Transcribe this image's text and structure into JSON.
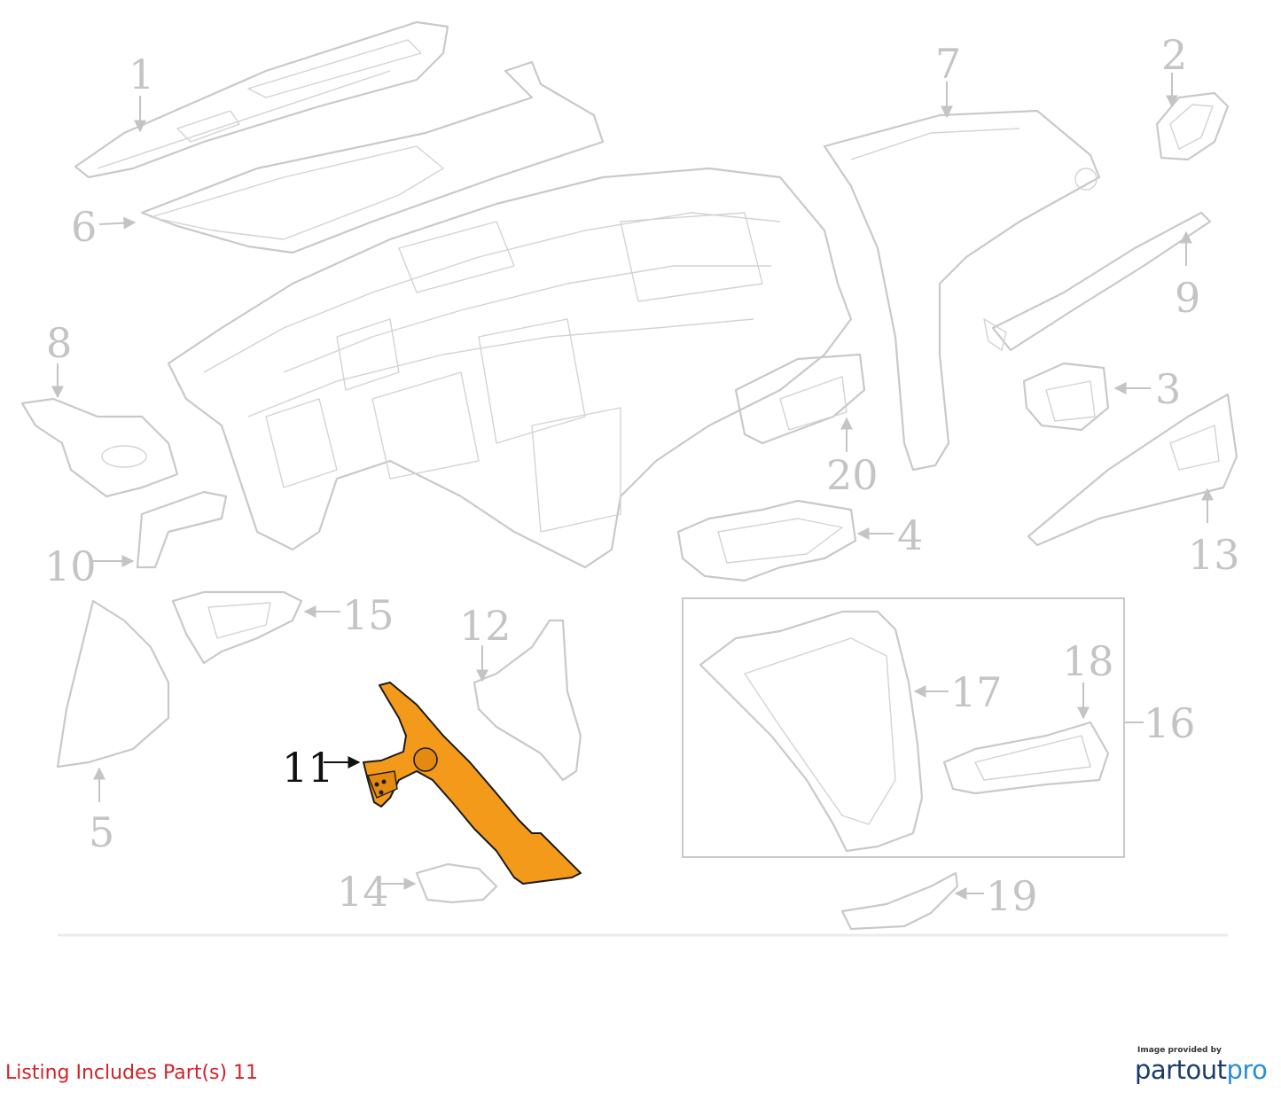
{
  "callouts": {
    "c1": "1",
    "c2": "2",
    "c3": "3",
    "c4": "4",
    "c5": "5",
    "c6": "6",
    "c7": "7",
    "c8": "8",
    "c9": "9",
    "c10": "10",
    "c11": "11",
    "c12": "12",
    "c13": "13",
    "c14": "14",
    "c15": "15",
    "c16": "16",
    "c17": "17",
    "c18": "18",
    "c19": "19",
    "c20": "20"
  },
  "highlighted_part": "11",
  "colors": {
    "highlight_fill": "#f39a1a",
    "highlight_stroke": "#1a1a1a",
    "ghost_line": "#c9c9c9",
    "footer_text": "#d2232a"
  },
  "footer": {
    "listing_text": "Listing Includes Part(s) 11"
  },
  "credit": {
    "caption": "Image provided by",
    "logo_part1": "partout",
    "logo_part2": "pro"
  }
}
